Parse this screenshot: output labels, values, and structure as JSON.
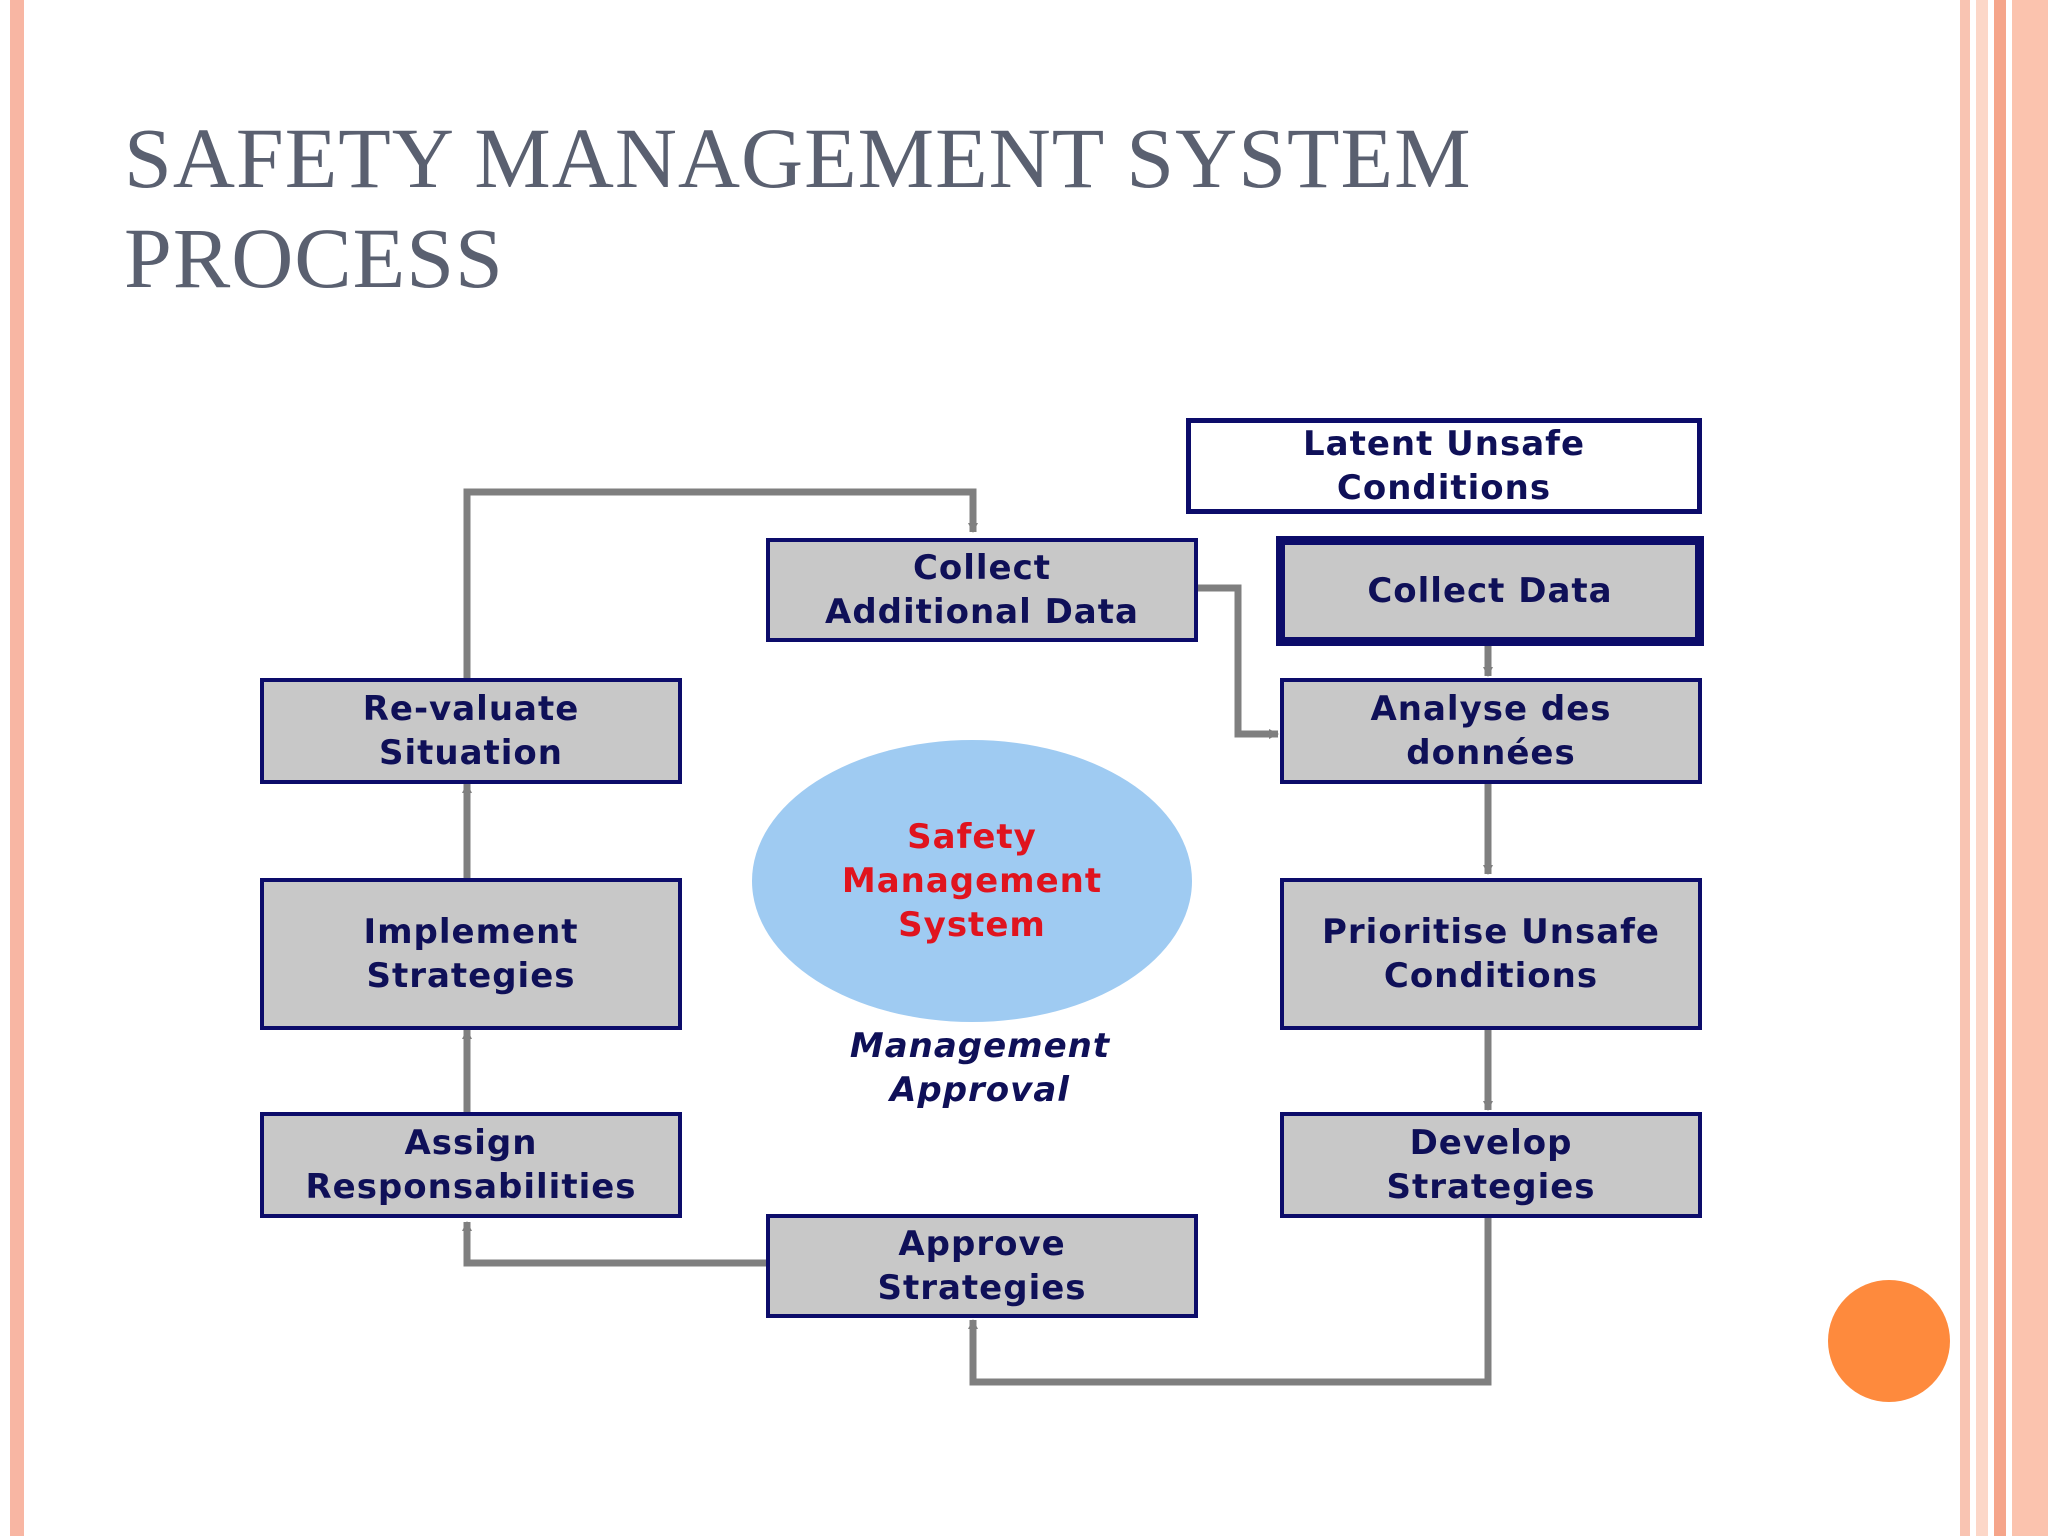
{
  "slide": {
    "title_lines": [
      "SAFETY MANAGEMENT SYSTEM",
      "PROCESS"
    ]
  },
  "diagram": {
    "center": {
      "lines": [
        "Safety",
        "Management",
        "System"
      ],
      "caption_lines": [
        "Management",
        "Approval"
      ]
    },
    "boxes": {
      "latent": [
        "Latent Unsafe",
        "Conditions"
      ],
      "collect_data": [
        "Collect Data"
      ],
      "collect_additional": [
        "Collect",
        "Additional Data"
      ],
      "analyse": [
        "Analyse des",
        "données"
      ],
      "prioritise": [
        "Prioritise Unsafe",
        "Conditions"
      ],
      "develop": [
        "Develop",
        "Strategies"
      ],
      "approve": [
        "Approve",
        "Strategies"
      ],
      "assign": [
        "Assign",
        "Responsabilities"
      ],
      "implement": [
        "Implement",
        "Strategies"
      ],
      "revaluate": [
        "Re-valuate",
        "Situation"
      ]
    }
  },
  "colors": {
    "box_fill": "#c8c8c8",
    "box_border": "#0c0c6a",
    "box_text": "#0f1058",
    "center_fill": "#9fcbf2",
    "center_text": "#e0141e",
    "connector": "#7f7f7f",
    "accent_dot": "#fe8a3d"
  }
}
